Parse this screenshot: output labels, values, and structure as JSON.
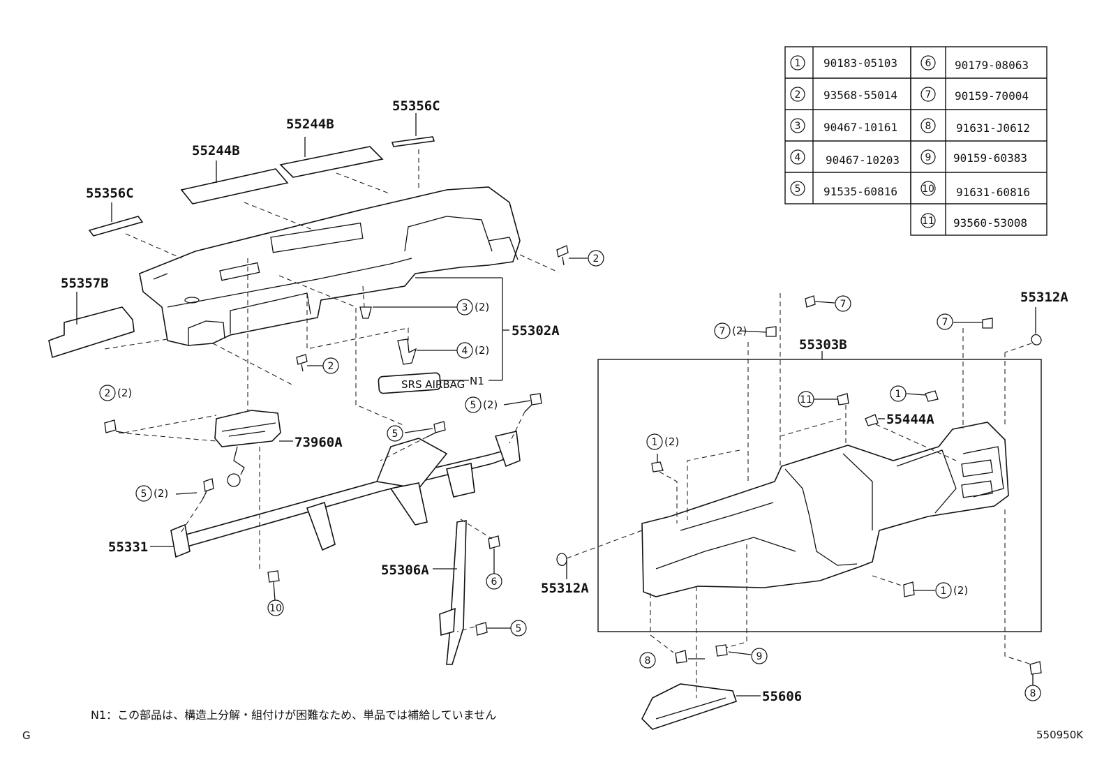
{
  "legend": [
    {
      "num": "1",
      "part": "90183-05103"
    },
    {
      "num": "2",
      "part": "93568-55014"
    },
    {
      "num": "3",
      "part": "90467-10161"
    },
    {
      "num": "4",
      "part": "90467-10203"
    },
    {
      "num": "5",
      "part": "91535-60816"
    },
    {
      "num": "6",
      "part": "90179-08063"
    },
    {
      "num": "7",
      "part": "90159-70004"
    },
    {
      "num": "8",
      "part": "91631-J0612"
    },
    {
      "num": "9",
      "part": "90159-60383"
    },
    {
      "num": "10",
      "part": "91631-60816"
    },
    {
      "num": "11",
      "part": "93560-53008"
    }
  ],
  "parts": {
    "p55356c_top": "55356C",
    "p55244b_right": "55244B",
    "p55244b_left": "55244B",
    "p55356c_left": "55356C",
    "p55357b": "55357B",
    "p55302a": "55302A",
    "p73960a": "73960A",
    "p55331": "55331",
    "p55306a": "55306A",
    "p55312a_left": "55312A",
    "p55312a_right": "55312A",
    "p55303b": "55303B",
    "p55444a": "55444A",
    "p55606": "55606",
    "n1": "N1"
  },
  "quantities": {
    "two": "(2)"
  },
  "callouts": {
    "c1": "1",
    "c2": "2",
    "c3": "3",
    "c4": "4",
    "c5": "5",
    "c6": "6",
    "c7": "7",
    "c8": "8",
    "c9": "9",
    "c10": "10",
    "c11": "11"
  },
  "footer": {
    "note": "N1：この部品は、構造上分解・組付けが困難なため、単品では補給していません",
    "left_code": "G",
    "right_code": "550950K"
  },
  "label_text": "SRS AIRBAG"
}
